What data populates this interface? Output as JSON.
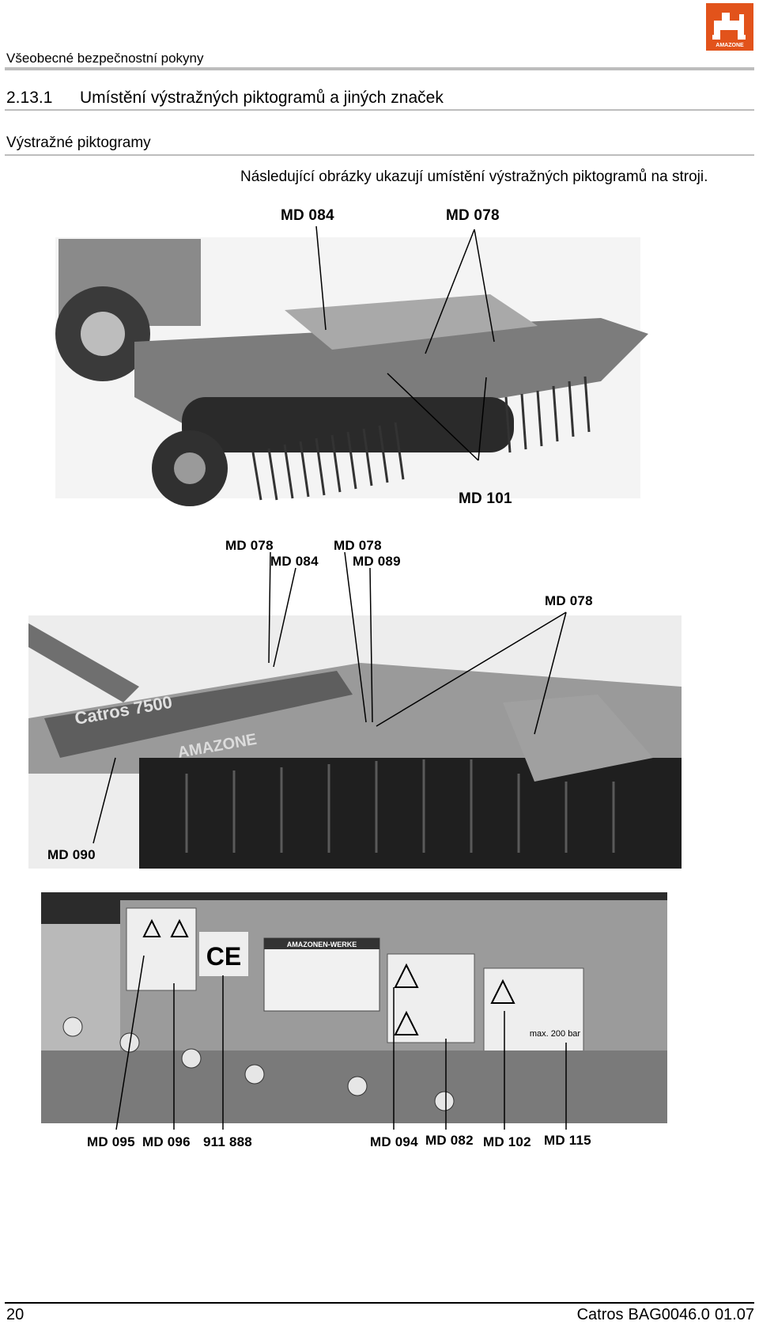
{
  "header": {
    "title": "Všeobecné bezpečnostní pokyny",
    "logo": {
      "icon": "amazone-tractor-logo",
      "text": "AMAZONE",
      "color": "#e2531b"
    }
  },
  "section": {
    "number": "2.13.1",
    "title": "Umístění výstražných piktogramů a jiných značek"
  },
  "subsection": {
    "title": "Výstražné piktogramy"
  },
  "intro": "Následující obrázky ukazují umístění výstražných piktogramů na stroji.",
  "figure1": {
    "labels": [
      "MD 084",
      "MD 078",
      "MD 101"
    ]
  },
  "figure2": {
    "labels": [
      "MD 078",
      "MD 084",
      "MD 078",
      "MD 089",
      "MD 078",
      "MD 090"
    ],
    "frame_text": [
      "Catros 7500",
      "AMAZONE"
    ]
  },
  "figure3": {
    "labels": [
      "MD 095",
      "MD 096",
      "911 888",
      "MD 094",
      "MD 082",
      "MD 102",
      "MD 115"
    ],
    "plate_text": [
      "AMAZONEN-WERKE",
      "CE",
      "max. 200 bar"
    ]
  },
  "footer": {
    "page": "20",
    "doc": [
      "Catros",
      "BAG0046.0",
      "01.07"
    ]
  }
}
